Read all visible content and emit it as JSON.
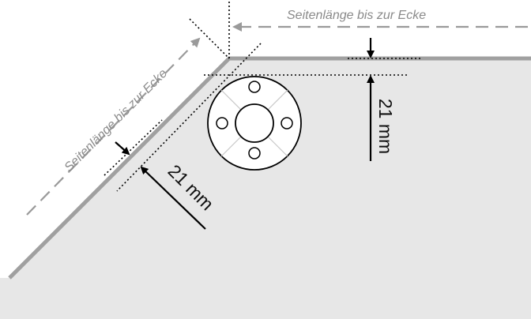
{
  "labels": {
    "top_edge_length": "Seitenlänge bis zur Ecke",
    "diagonal_edge_length": "Seitenlänge bis zur Ecke",
    "top_offset": "21 mm",
    "diagonal_offset": "21 mm"
  },
  "colors": {
    "plate_fill": "#e7e7e7",
    "plate_edge": "#a0a0a0",
    "dashed_line": "#9a9a9a",
    "dotted_line": "#000000",
    "arrow": "#000000",
    "flange_fill": "#ffffff"
  }
}
